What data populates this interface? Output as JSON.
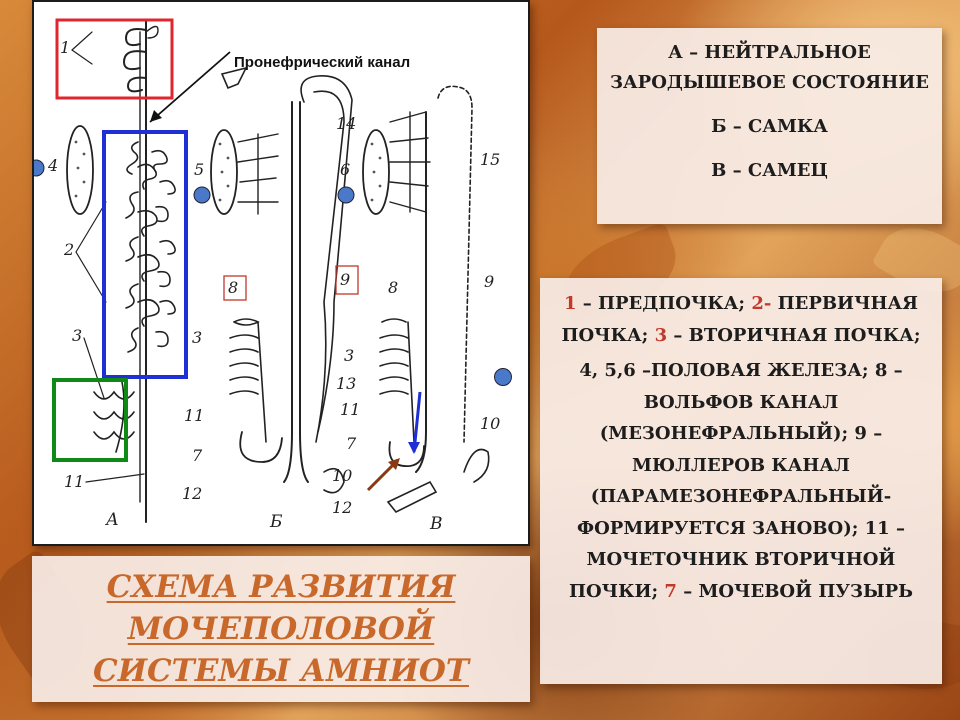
{
  "diagram": {
    "pronephric_label": "Пронефрический канал",
    "stage_labels": [
      "А",
      "Б",
      "В"
    ],
    "part_numbers": [
      "1",
      "2",
      "3",
      "4",
      "5",
      "6",
      "7",
      "8",
      "9",
      "10",
      "11",
      "12",
      "13",
      "14",
      "15"
    ],
    "highlight_colors": {
      "pronephros": "#e0262c",
      "mesonephros": "#1f2fd6",
      "metanephros": "#0f8a16",
      "markers": "#4a79c9",
      "arrows": "#8a3a12"
    }
  },
  "legend": {
    "a": "А – НЕЙТРАЛЬНОЕ ЗАРОДЫШЕВОЕ СОСТОЯНИЕ",
    "b": "Б – САМКА",
    "v": "В – САМЕЦ"
  },
  "key": {
    "p1": {
      "n1": "1",
      "t1": " – ПРЕДПОЧКА; ",
      "n2": "2-",
      "t2": " ПЕРВИЧНАЯ ПОЧКА; ",
      "n3": "3",
      "t3": " – ВТОРИЧНАЯ ПОЧКА;"
    },
    "p2": {
      "t1": "4, 5,6 –ПОЛОВАЯ ЖЕЛЕЗА; 8 – ВОЛЬФОВ КАНАЛ (МЕЗОНЕФРАЛЬНЫЙ); 9 – МЮЛЛЕРОВ КАНАЛ (ПАРАМЕЗОНЕФРАЛЬНЫЙ- ФОРМИРУЕТСЯ ЗАНОВО); 11 – МОЧЕТОЧНИК ВТОРИЧНОЙ ПОЧКИ; ",
      "n7": "7",
      "t2": " – МОЧЕВОЙ ПУЗЫРЬ"
    },
    "red_color": "#c0392b"
  },
  "title": {
    "line1": "СХЕМА РАЗВИТИЯ",
    "line2": "МОЧЕПОЛОВОЙ",
    "line3": "СИСТЕМЫ АМНИОТ",
    "color": "#c8682a"
  }
}
